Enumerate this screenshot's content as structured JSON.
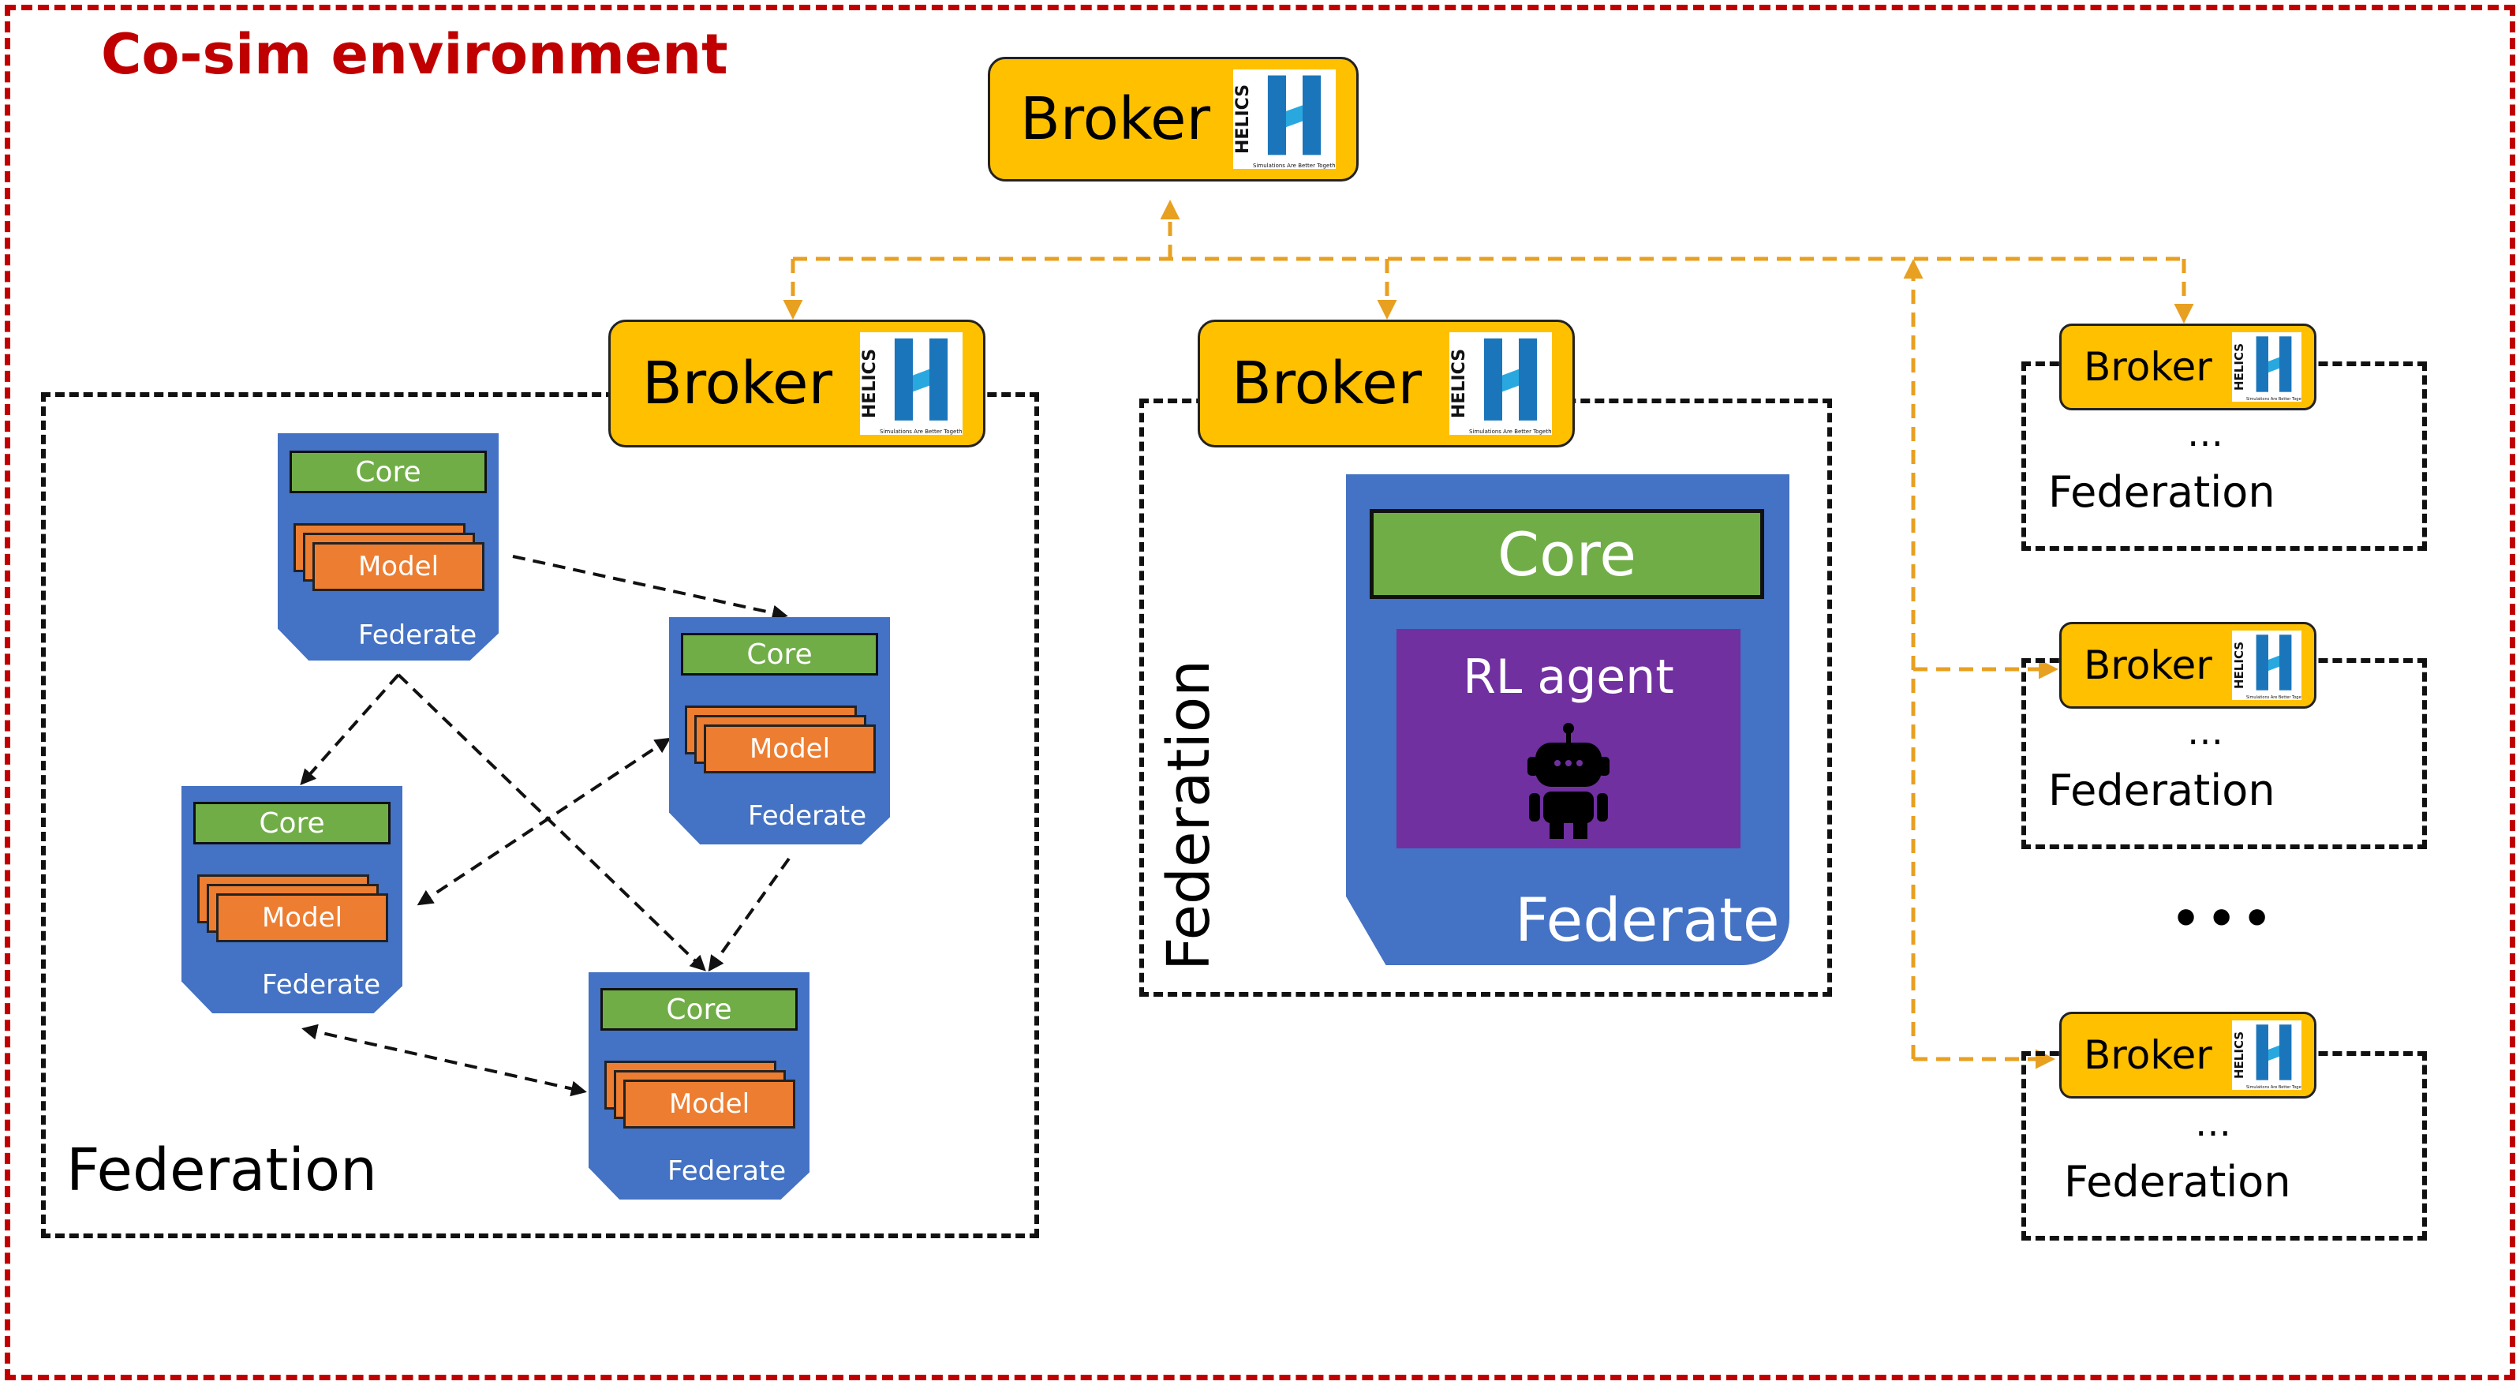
{
  "environment": {
    "title": "Co-sim environment",
    "border_color": "#c00000"
  },
  "colors": {
    "broker": "#ffc000",
    "federate": "#4472c4",
    "core": "#70ad47",
    "model": "#ed7d31",
    "rl_agent": "#7030a0",
    "orange_link": "#e8a020",
    "black_link": "#111111"
  },
  "broker": {
    "label": "Broker",
    "logo_text": "HELICS",
    "logo_tagline": "Simulations Are Better Together"
  },
  "federation": {
    "label": "Federation",
    "ellipsis": "…",
    "more_federations": "•••"
  },
  "federate": {
    "label": "Federate",
    "core_label": "Core",
    "model_label": "Model"
  },
  "rl_federate": {
    "core_label": "Core",
    "agent_label": "RL agent",
    "federate_label": "Federate",
    "icon": "robot-icon"
  }
}
